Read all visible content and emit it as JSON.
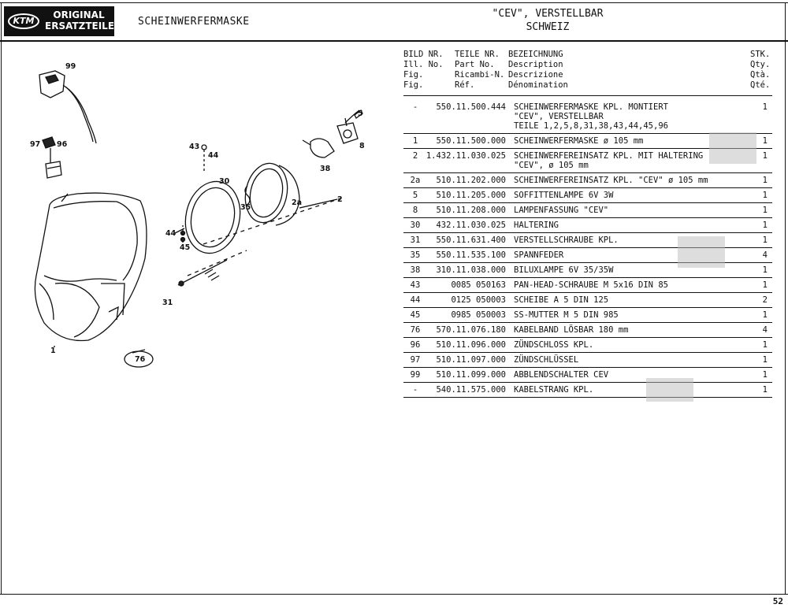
{
  "logo": {
    "oval_text": "KTM",
    "line1": "ORIGINAL",
    "line2": "ERSATZTEILE"
  },
  "header": {
    "title": "SCHEINWERFERMASKE",
    "right_line1": "\"CEV\", VERSTELLBAR",
    "right_line2": "SCHWEIZ"
  },
  "table_header": {
    "col1": "BILD NR.\nIll. No.\nFig.\nFig.",
    "col2": "TEILE NR.\nPart No.\nRicambi-N.\nRéf.",
    "col3": "BEZEICHNUNG\nDescription\nDescrizione\nDénomination",
    "col4": "STK.\nQty.\nQtà.\nQté."
  },
  "rows": [
    {
      "bild": "-",
      "part": "550.11.500.444",
      "desc": [
        "SCHEINWERFERMASKE KPL. MONTIERT",
        "\"CEV\", VERSTELLBAR",
        "TEILE 1,2,5,8,31,38,43,44,45,96"
      ],
      "qty": "1"
    },
    {
      "bild": "1",
      "part": "550.11.500.000",
      "desc": [
        "SCHEINWERFERMASKE ø 105 mm"
      ],
      "qty": "1"
    },
    {
      "bild": "2",
      "part": "1.432.11.030.025",
      "desc": [
        "SCHEINWERFEREINSATZ KPL. MIT HALTERING",
        "\"CEV\", ø 105 mm"
      ],
      "qty": "1"
    },
    {
      "bild": "2a",
      "part": "510.11.202.000",
      "desc": [
        "SCHEINWERFEREINSATZ KPL. \"CEV\" ø 105 mm"
      ],
      "qty": "1"
    },
    {
      "bild": "5",
      "part": "510.11.205.000",
      "desc": [
        "SOFFITTENLAMPE 6V 3W"
      ],
      "qty": "1"
    },
    {
      "bild": "8",
      "part": "510.11.208.000",
      "desc": [
        "LAMPENFASSUNG \"CEV\""
      ],
      "qty": "1"
    },
    {
      "bild": "30",
      "part": "432.11.030.025",
      "desc": [
        "HALTERING"
      ],
      "qty": "1"
    },
    {
      "bild": "31",
      "part": "550.11.631.400",
      "desc": [
        "VERSTELLSCHRAUBE KPL."
      ],
      "qty": "1"
    },
    {
      "bild": "35",
      "part": "550.11.535.100",
      "desc": [
        "SPANNFEDER"
      ],
      "qty": "4"
    },
    {
      "bild": "38",
      "part": "310.11.038.000",
      "desc": [
        "BILUXLAMPE 6V 35/35W"
      ],
      "qty": "1"
    },
    {
      "bild": "43",
      "part": "0085 050163",
      "desc": [
        "PAN-HEAD-SCHRAUBE M 5x16 DIN 85"
      ],
      "qty": "1"
    },
    {
      "bild": "44",
      "part": "0125 050003",
      "desc": [
        "SCHEIBE A 5 DIN 125"
      ],
      "qty": "2"
    },
    {
      "bild": "45",
      "part": "0985 050003",
      "desc": [
        "SS-MUTTER M 5 DIN 985"
      ],
      "qty": "1"
    },
    {
      "bild": "76",
      "part": "570.11.076.180",
      "desc": [
        "KABELBAND LÖSBAR 180 mm"
      ],
      "qty": "4"
    },
    {
      "bild": "96",
      "part": "510.11.096.000",
      "desc": [
        "ZÜNDSCHLOSS KPL."
      ],
      "qty": "1"
    },
    {
      "bild": "97",
      "part": "510.11.097.000",
      "desc": [
        "ZÜNDSCHLÜSSEL"
      ],
      "qty": "1"
    },
    {
      "bild": "99",
      "part": "510.11.099.000",
      "desc": [
        "ABBLENDSCHALTER CEV"
      ],
      "qty": "1"
    },
    {
      "bild": "-",
      "part": "540.11.575.000",
      "desc": [
        "KABELSTRANG KPL."
      ],
      "qty": "1"
    }
  ],
  "diagram_labels": [
    "99",
    "97",
    "96",
    "43",
    "44",
    "30",
    "5",
    "8",
    "38",
    "2a",
    "2",
    "35",
    "44",
    "45",
    "31",
    "1",
    "76"
  ],
  "page_number": "52"
}
